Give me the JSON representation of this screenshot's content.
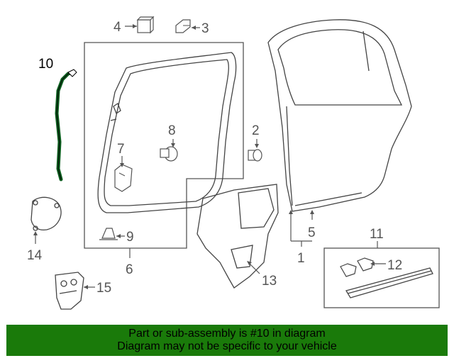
{
  "callouts": {
    "c1": "1",
    "c2": "2",
    "c3": "3",
    "c4": "4",
    "c5": "5",
    "c6": "6",
    "c7": "7",
    "c8": "8",
    "c9": "9",
    "c10": "10",
    "c11": "11",
    "c12": "12",
    "c13": "13",
    "c14": "14",
    "c15": "15"
  },
  "highlight_part": "10",
  "colors": {
    "banner": "#1a7a0a",
    "highlight": "#0b5d1e",
    "line": "#555555"
  },
  "banner": {
    "line1": "Part or sub-assembly is #10 in diagram",
    "line2": "Diagram may not be specific to your vehicle"
  }
}
